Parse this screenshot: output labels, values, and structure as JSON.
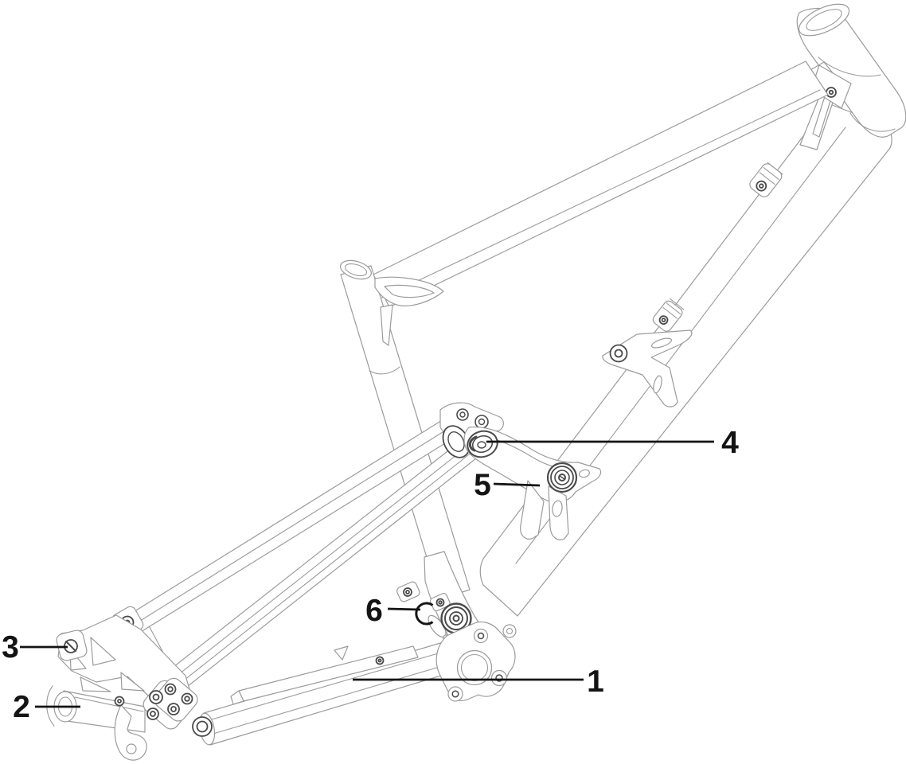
{
  "figure": {
    "background": "#ffffff",
    "frame_line_color": "#9b9b9b",
    "hardware_line_color": "#4a4a4a",
    "callout_color": "#141414"
  },
  "callouts": [
    {
      "number": "1",
      "target": "chainstay"
    },
    {
      "number": "2",
      "target": "rear-axle"
    },
    {
      "number": "3",
      "target": "dropout-pivot-bolt"
    },
    {
      "number": "4",
      "target": "upper-link-pivot"
    },
    {
      "number": "5",
      "target": "lower-link-bearing"
    },
    {
      "number": "6",
      "target": "main-pivot-snap-ring"
    }
  ]
}
